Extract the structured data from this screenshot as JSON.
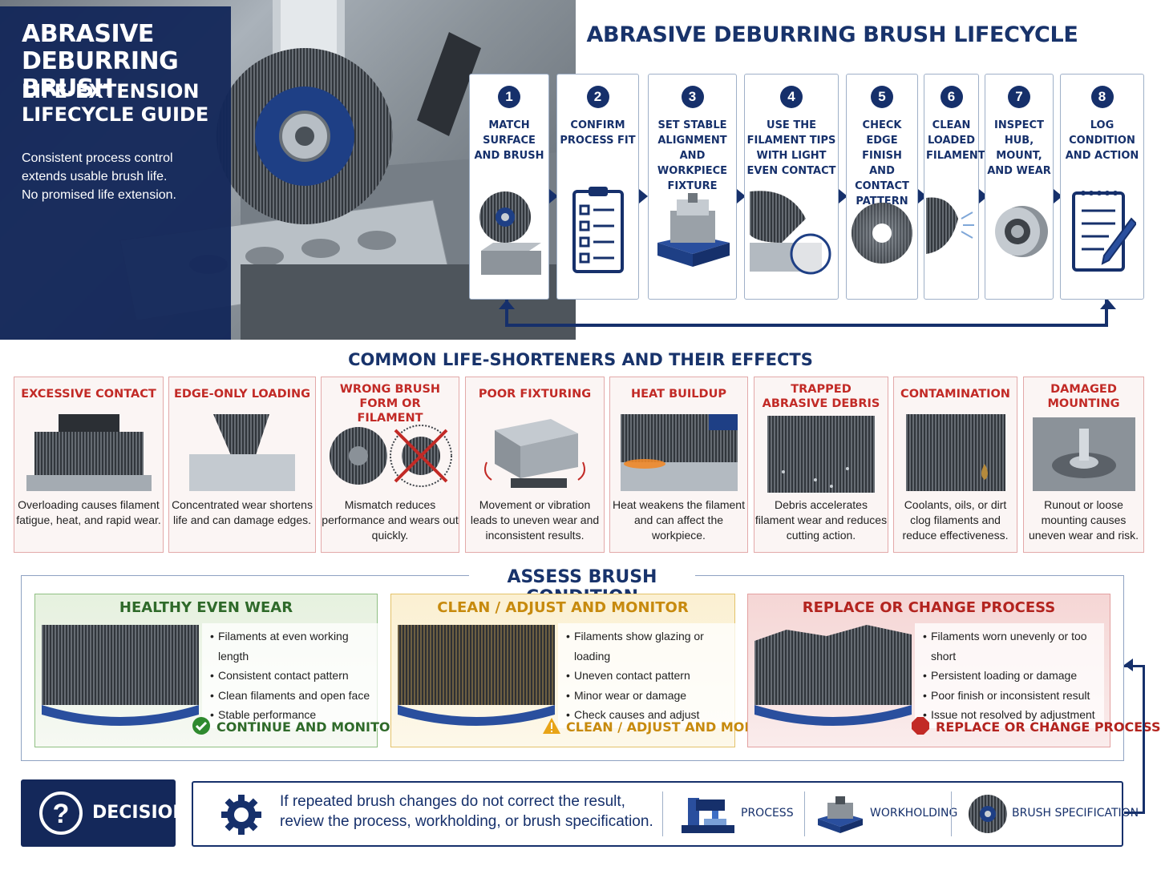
{
  "hero": {
    "title": "ABRASIVE DEBURRING BRUSH",
    "subtitle": "LIFE-EXTENSION LIFECYCLE GUIDE",
    "body": "Consistent process control extends usable brush life. No promised life extension."
  },
  "lifecycle": {
    "title": "ABRASIVE DEBURRING BRUSH LIFECYCLE",
    "steps": [
      {
        "num": "1",
        "label": "MATCH SURFACE AND BRUSH",
        "icon": "brush-on-block-icon"
      },
      {
        "num": "2",
        "label": "CONFIRM PROCESS FIT",
        "icon": "clipboard-checklist-icon"
      },
      {
        "num": "3",
        "label": "SET STABLE ALIGNMENT AND WORKPIECE FIXTURE",
        "icon": "vise-fixture-icon"
      },
      {
        "num": "4",
        "label": "USE THE FILAMENT TIPS WITH LIGHT EVEN CONTACT",
        "icon": "filament-tip-contact-icon"
      },
      {
        "num": "5",
        "label": "CHECK EDGE FINISH AND CONTACT PATTERN",
        "icon": "brush-disc-icon"
      },
      {
        "num": "6",
        "label": "CLEAN LOADED FILAMENTS",
        "icon": "brush-cleaning-icon"
      },
      {
        "num": "7",
        "label": "INSPECT HUB, MOUNT, AND WEAR",
        "icon": "hub-mount-icon"
      },
      {
        "num": "8",
        "label": "LOG CONDITION AND ACTION",
        "icon": "notepad-pencil-icon"
      }
    ]
  },
  "shorteners": {
    "title": "COMMON LIFE-SHORTENERS AND THEIR EFFECTS",
    "items": [
      {
        "title": "EXCESSIVE CONTACT",
        "text": "Overloading causes filament fatigue, heat, and rapid wear."
      },
      {
        "title": "EDGE-ONLY LOADING",
        "text": "Concentrated wear shortens life and can damage edges."
      },
      {
        "title": "WRONG BRUSH FORM OR FILAMENT",
        "text": "Mismatch reduces performance and wears out quickly."
      },
      {
        "title": "POOR FIXTURING",
        "text": "Movement or vibration leads to uneven wear and inconsistent results."
      },
      {
        "title": "HEAT BUILDUP",
        "text": "Heat weakens the filament and can affect the workpiece."
      },
      {
        "title": "TRAPPED ABRASIVE DEBRIS",
        "text": "Debris accelerates filament wear and reduces cutting action."
      },
      {
        "title": "CONTAMINATION",
        "text": "Coolants, oils, or dirt clog filaments and reduce effectiveness."
      },
      {
        "title": "DAMAGED MOUNTING",
        "text": "Runout or loose mounting causes uneven wear and risk."
      }
    ]
  },
  "assess": {
    "title": "ASSESS BRUSH CONDITION",
    "cards": [
      {
        "title": "HEALTHY EVEN WEAR",
        "bullets": [
          "Filaments at even working length",
          "Consistent contact pattern",
          "Clean filaments and open face",
          "Stable performance"
        ],
        "footer": "CONTINUE AND MONITOR",
        "icon": "check-circle-icon"
      },
      {
        "title": "CLEAN / ADJUST AND MONITOR",
        "bullets": [
          "Filaments show glazing or loading",
          "Uneven contact pattern",
          "Minor wear or damage",
          "Check causes and adjust"
        ],
        "footer": "CLEAN / ADJUST AND MONITOR",
        "icon": "warning-triangle-icon"
      },
      {
        "title": "REPLACE OR CHANGE PROCESS",
        "bullets": [
          "Filaments worn unevenly or too short",
          "Persistent loading or damage",
          "Poor finish or inconsistent result",
          "Issue not resolved by adjustment"
        ],
        "footer": "REPLACE OR CHANGE PROCESS",
        "icon": "stop-octagon-icon"
      }
    ]
  },
  "decision": {
    "label": "DECISION",
    "text": "If repeated brush changes do not correct the result, review the process, workholding, or brush specification.",
    "links": [
      {
        "label": "PROCESS",
        "icon": "machine-tool-icon"
      },
      {
        "label": "WORKHOLDING",
        "icon": "vise-icon"
      },
      {
        "label": "BRUSH SPECIFICATION",
        "icon": "brush-wheel-icon"
      }
    ]
  },
  "colors": {
    "navy": "#16306b",
    "red": "#c22a26",
    "green": "#2f7a2f",
    "amber": "#c78a0e"
  }
}
